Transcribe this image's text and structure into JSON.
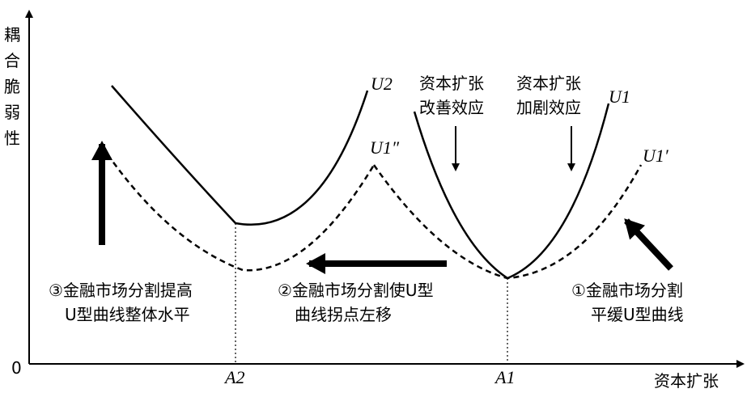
{
  "axes": {
    "y_label_chars": [
      "耦",
      "合",
      "脆",
      "弱",
      "性"
    ],
    "x_label": "资本扩张",
    "origin_label": "0"
  },
  "points": {
    "a2": "A2",
    "a1": "A1"
  },
  "curves": {
    "u2": "U2",
    "u1": "U1",
    "u1_double_prime": "U1″",
    "u1_prime": "U1′"
  },
  "effects": {
    "improve": [
      "资本扩张",
      "改善效应"
    ],
    "aggravate": [
      "资本扩张",
      "加剧效应"
    ]
  },
  "annotations": {
    "note1": [
      "①金融市场分割",
      "平缓U型曲线"
    ],
    "note2": [
      "②金融市场分割使U型",
      "曲线拐点左移"
    ],
    "note3": [
      "③金融市场分割提高",
      "U型曲线整体水平"
    ]
  }
}
